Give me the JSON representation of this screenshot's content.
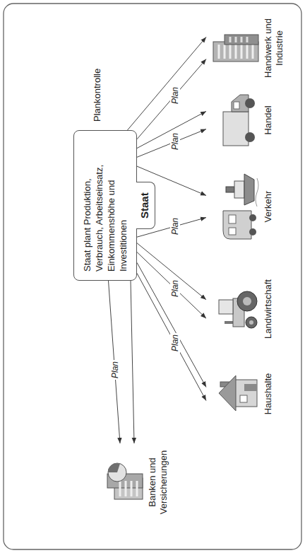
{
  "diagram": {
    "nodes": [
      {
        "text": [
          "Staat",
          "Staat plant Produktion, Verbrauch, Arbeitseinsatz, Einkommenshöhe und Investitionen"
        ]
      },
      {
        "text": [
          "Banken und Versicherungen"
        ]
      },
      {
        "text": [
          "Haushalte"
        ]
      },
      {
        "text": [
          "Landwirtschaft"
        ]
      },
      {
        "text": [
          "Verkehr"
        ]
      },
      {
        "text": [
          "Handel"
        ]
      },
      {
        "text": [
          "Handwerk und Industrie"
        ]
      }
    ],
    "edges": [
      {
        "from": 0,
        "to": 1,
        "label": "Plan",
        "arrow": "to"
      },
      {
        "from": 0,
        "to": 1,
        "arrow": "to"
      },
      {
        "from": 0,
        "to": 2,
        "label": "Plan",
        "arrow": "to"
      },
      {
        "from": 0,
        "to": 2,
        "arrow": "to"
      },
      {
        "from": 0,
        "to": 3,
        "label": "Plan",
        "arrow": "to"
      },
      {
        "from": 0,
        "to": 3,
        "arrow": "to"
      },
      {
        "from": 0,
        "to": 4,
        "label": "Plan",
        "arrow": "to"
      },
      {
        "from": 0,
        "to": 4,
        "arrow": "to"
      },
      {
        "from": 0,
        "to": 5,
        "label": "Plan",
        "arrow": "to"
      },
      {
        "from": 0,
        "to": 5,
        "arrow": "to"
      },
      {
        "from": 0,
        "to": 6,
        "label": "Plan",
        "arrow": "to"
      },
      {
        "from": 0,
        "to": 6,
        "arrow": "to"
      }
    ],
    "labels": [
      "Plankontrolle"
    ]
  }
}
